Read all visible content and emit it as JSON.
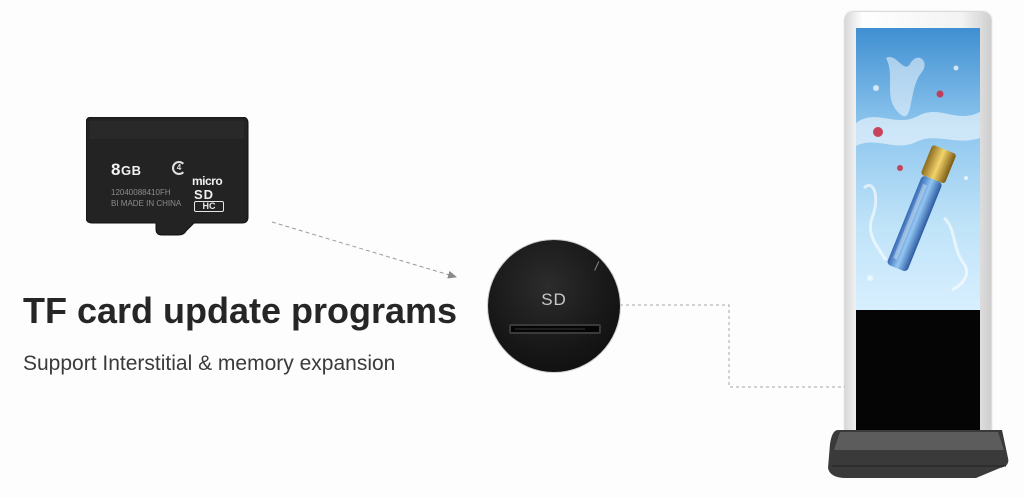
{
  "card": {
    "capacity": "8",
    "capacity_unit": "GB",
    "class_mark": "4",
    "serial": "12040088410FH",
    "origin": "BI MADE IN CHINA",
    "brand_micro": "micro",
    "brand_sd": "SD",
    "brand_hc": "HC"
  },
  "headline": "TF card update programs",
  "subline": "Support Interstitial & memory expansion",
  "slot": {
    "label": "SD"
  },
  "colors": {
    "background": "#fdfdfd",
    "headline": "#262626",
    "subline": "#3a3a3a",
    "card": "#222222",
    "connector_line": "#9a9a9a"
  }
}
